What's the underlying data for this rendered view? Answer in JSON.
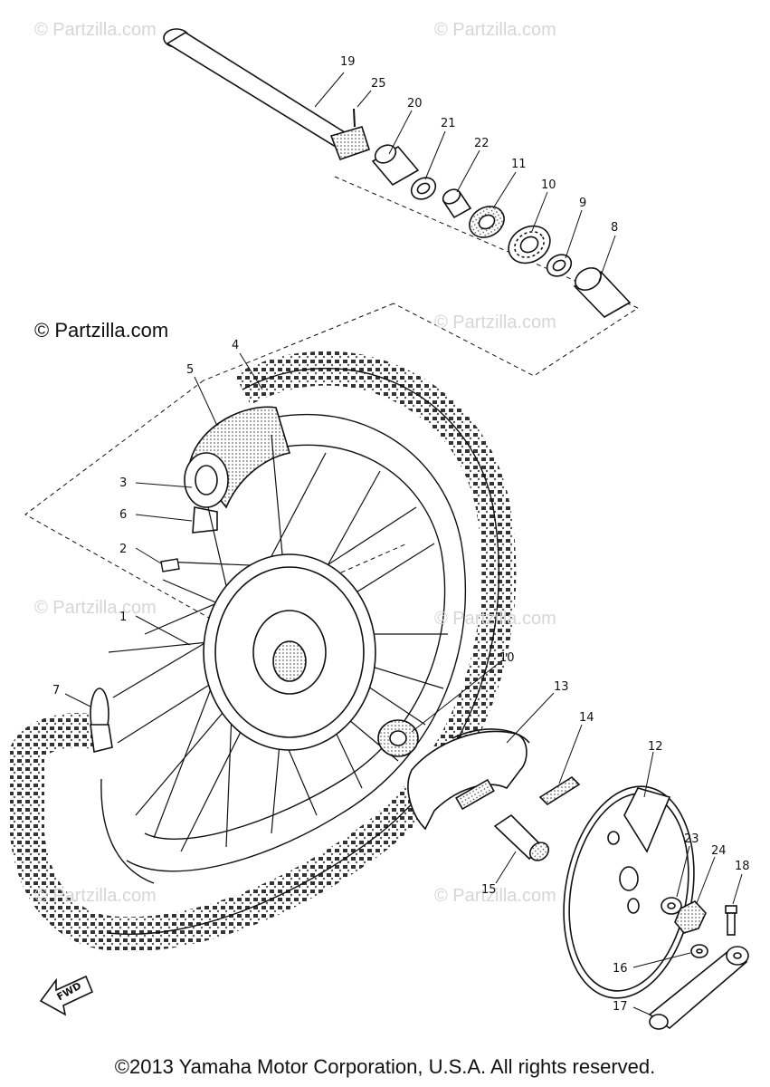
{
  "watermarks": {
    "light": "© Partzilla.com",
    "dark": "© Partzilla.com"
  },
  "callouts": [
    "1",
    "2",
    "3",
    "4",
    "5",
    "6",
    "7",
    "8",
    "9",
    "10",
    "10",
    "11",
    "12",
    "13",
    "14",
    "15",
    "16",
    "17",
    "18",
    "19",
    "20",
    "21",
    "22",
    "23",
    "24",
    "25"
  ],
  "fwd_label": "FWD",
  "copyright": "©2013 Yamaha Motor Corporation, U.S.A. All rights reserved.",
  "colors": {
    "line": "#111111",
    "watermark": "#d6d6d6",
    "tire": "#2a2a2a"
  }
}
